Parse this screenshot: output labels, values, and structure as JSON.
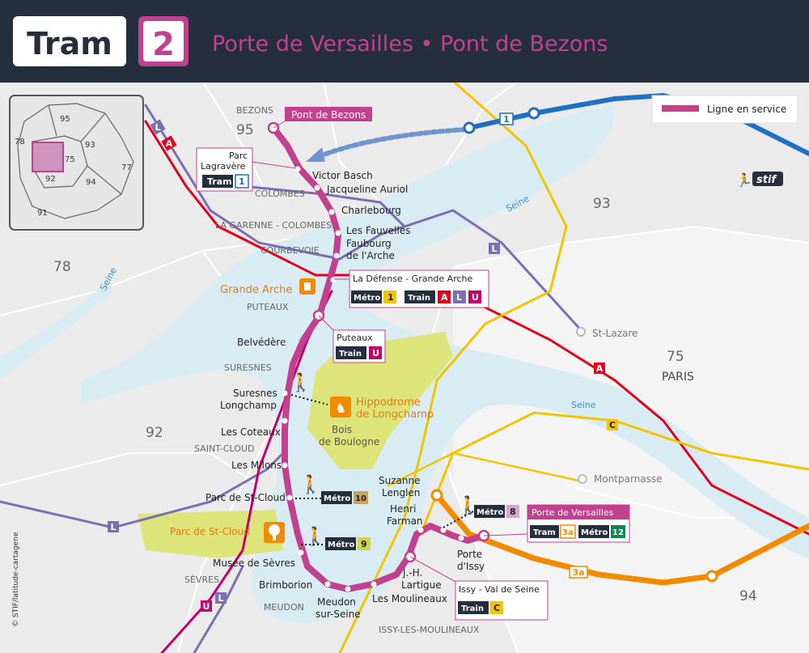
{
  "header": {
    "mode_label": "Tram",
    "line_number": "2",
    "route_title": "Porte de Versailles • Pont de Bezons"
  },
  "legend": {
    "label": "Ligne en service"
  },
  "operator_logo": "stif",
  "credit": "© STIF/latitude-cartagene",
  "colors": {
    "tram_line": "#c2418f",
    "header_bg": "#252e3d",
    "rer_a": "#e2001a",
    "line_l": "#7b6fb2",
    "line_u": "#c6006b",
    "rer_c": "#f2c500",
    "tram_3a": "#f28a00",
    "tram_1": "#1f6fc2",
    "seine": "#d9ecf3",
    "park": "#dde57a"
  },
  "inset": {
    "departments": [
      "95",
      "78",
      "93",
      "75",
      "77",
      "92",
      "94",
      "91"
    ]
  },
  "stations": [
    {
      "name": "Pont de Bezons",
      "boxed": true
    },
    {
      "name": "Parc\nLagravère",
      "connections": [
        "Tram 1"
      ]
    },
    {
      "name": "Victor Basch"
    },
    {
      "name": "Jacqueline Auriol"
    },
    {
      "name": "Charlebourg"
    },
    {
      "name": "Les Fauvelles"
    },
    {
      "name": "Faubourg\nde l'Arche"
    },
    {
      "name": "La Défense - Grande Arche",
      "connections": [
        "Métro 1",
        "Train A",
        "Train L",
        "Train U"
      ]
    },
    {
      "name": "Puteaux",
      "connections": [
        "Train U"
      ]
    },
    {
      "name": "Belvédère"
    },
    {
      "name": "Suresnes\nLongchamp"
    },
    {
      "name": "Les Coteaux"
    },
    {
      "name": "Les Milons"
    },
    {
      "name": "Parc de St-Cloud",
      "connections": [
        "Métro 10"
      ]
    },
    {
      "name": "Musée de Sèvres",
      "connections": [
        "Métro 9"
      ]
    },
    {
      "name": "Brimborion"
    },
    {
      "name": "Meudon\nsur-Seine"
    },
    {
      "name": "Les Moulineaux"
    },
    {
      "name": "J.-H.\nLartigue"
    },
    {
      "name": "Issy - Val de Seine",
      "connections": [
        "Train C"
      ]
    },
    {
      "name": "Henri\nFarman"
    },
    {
      "name": "Suzanne\nLenglen"
    },
    {
      "name": "Porte\nd'Issy"
    },
    {
      "name": "Porte de Versailles",
      "boxed": true,
      "connections": [
        "Tram 3a",
        "Métro 12"
      ]
    }
  ],
  "callouts": {
    "bezons": "Pont de Bezons",
    "lagravere_tram": "Tram",
    "lagravere_num": "1",
    "defense_title": "La Défense - Grande Arche",
    "metro": "Métro",
    "train": "Train",
    "tram": "Tram",
    "m1": "1",
    "tA": "A",
    "tL": "L",
    "tU": "U",
    "puteaux_title": "Puteaux",
    "m10": "10",
    "m9": "9",
    "m8": "8",
    "m12": "12",
    "t3a": "3a",
    "tC": "C",
    "issy_title": "Issy - Val de Seine",
    "pv_title": "Porte de Versailles"
  },
  "places": {
    "bezons": "BEZONS",
    "colombes": "COLOMBES",
    "garenne": "LA GARENNE - COLOMBES",
    "courbevoie": "COURBEVOIE",
    "puteaux": "PUTEAUX",
    "suresnes": "SURESNES",
    "saint_cloud": "SAINT-CLOUD",
    "sevres": "SÈVRES",
    "meudon": "MEUDON",
    "issy": "ISSY-LES-MOULINEAUX",
    "paris": "PARIS",
    "st_lazare": "St-Lazare",
    "montparnasse": "Montparnasse",
    "grande_arche": "Grande Arche",
    "hippodrome": "Hippodrome\nde Longchamp",
    "bois": "Bois\nde Boulogne",
    "parc_stcloud": "Parc de St-Cloud",
    "seine": "Seine",
    "d95": "95",
    "d93": "93",
    "d78": "78",
    "d75": "75",
    "d92": "92",
    "d94": "94"
  },
  "line_badges": {
    "L": "L",
    "A": "A",
    "U": "U",
    "C": "C",
    "one": "1",
    "three_a": "3a"
  }
}
